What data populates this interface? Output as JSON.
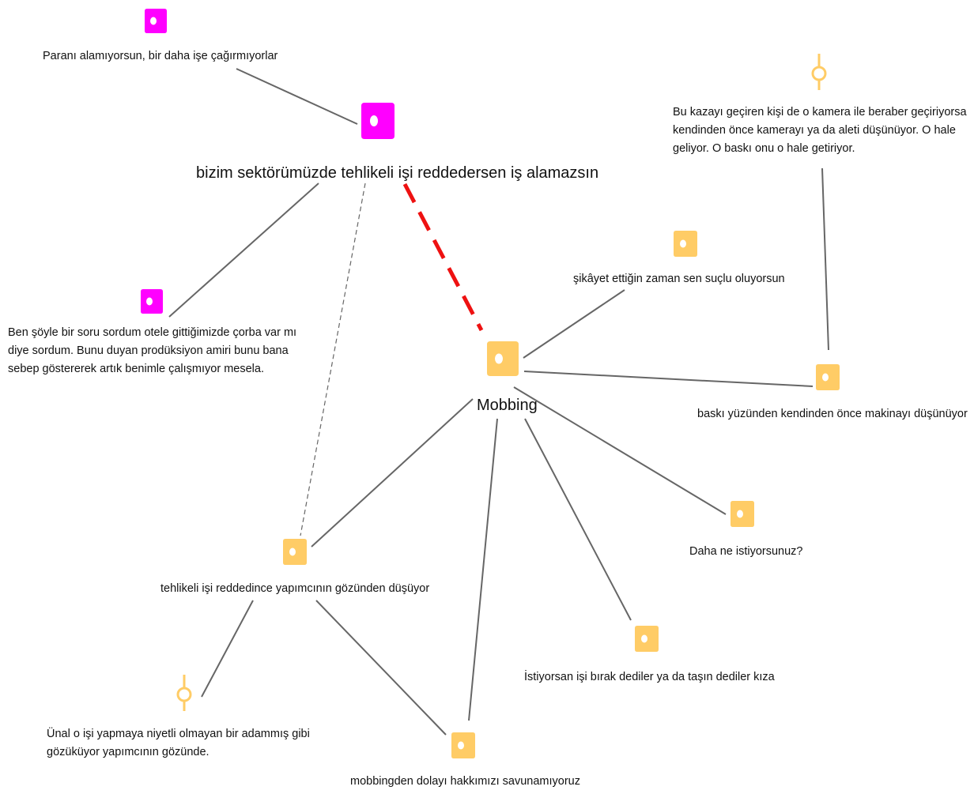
{
  "colors": {
    "quote_tag": "#ff00ff",
    "code_tag": "#ffcc66",
    "memo_pin": "#ffcc66",
    "link": "#666666",
    "strong_link": "#ee1111"
  },
  "nodes": {
    "n_paran": {
      "label": "Paranı alamıyorsun, bir daha işe çağırmıyorlar",
      "icon": "tag-icon"
    },
    "n_sektor": {
      "label": "bizim sektörümüzde tehlikeli işi reddedersen iş alamazsın",
      "icon": "tag-icon"
    },
    "n_ben": {
      "label": "Ben şöyle bir soru sordum otele gittiğimizde çorba var mı diye sordum. Bunu duyan prodüksiyon amiri bunu bana sebep göstererek artık benimle çalışmıyor mesela.",
      "icon": "tag-icon"
    },
    "n_bu_kaza": {
      "label": "Bu kazayı geçiren kişi de o kamera ile beraber geçiriyorsa kendinden önce kamerayı ya da aleti düşünüyor. O hale geliyor. O baskı onu o hale getiriyor.",
      "icon": "pin-icon"
    },
    "n_sikayet": {
      "label": "şikâyet ettiğin zaman sen suçlu oluyorsun",
      "icon": "tag-icon"
    },
    "n_mobbing": {
      "label": "Mobbing",
      "icon": "tag-icon"
    },
    "n_baski": {
      "label": "baskı yüzünden kendinden önce makinayı düşünüyor",
      "icon": "tag-icon"
    },
    "n_daha": {
      "label": "Daha ne istiyorsunuz?",
      "icon": "tag-icon"
    },
    "n_tehlikeli": {
      "label": "tehlikeli işi reddedince yapımcının gözünden düşüyor",
      "icon": "tag-icon"
    },
    "n_istiyorsan": {
      "label": "İstiyorsan işi bırak dediler ya da taşın dediler kıza",
      "icon": "tag-icon"
    },
    "n_unal": {
      "label": "Ünal o işi yapmaya niyetli olmayan bir adammış gibi gözüküyor yapımcının gözünde.",
      "icon": "pin-icon"
    },
    "n_hakkimiz": {
      "label": "mobbingden dolayı hakkımızı savunamıyoruz",
      "icon": "tag-icon"
    }
  }
}
